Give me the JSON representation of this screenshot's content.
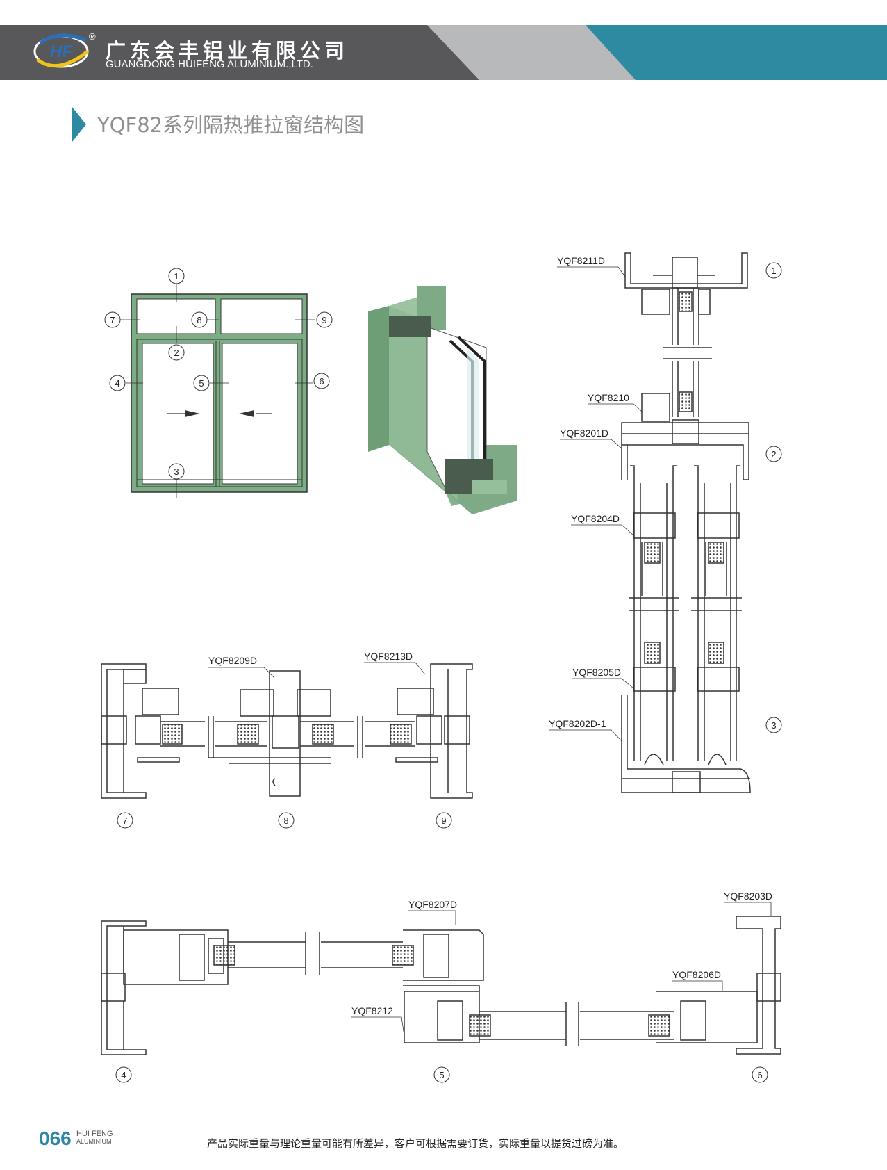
{
  "header": {
    "company_cn": "广东会丰铝业有限公司",
    "company_en": "GUANGDONG HUIFENG ALUMINIUM.,LTD.",
    "logo_text": "HF",
    "registered_mark": "®",
    "colors": {
      "dark": "#58585a",
      "light": "#b8b9bb",
      "teal": "#2d8aa0"
    }
  },
  "page_title": "YQF82系列隔热推拉窗结构图",
  "elevation": {
    "callouts": [
      "1",
      "2",
      "3",
      "4",
      "5",
      "6",
      "7",
      "8",
      "9"
    ],
    "frame_color": "#7dad84"
  },
  "section_labels": {
    "right": [
      "YQF8211D",
      "YQF8210",
      "YQF8201D",
      "YQF8204D",
      "YQF8205D",
      "YQF8202D-1"
    ],
    "top_row": [
      "YQF8209D",
      "YQF8213D"
    ],
    "bottom_row": [
      "YQF8207D",
      "YQF8203D",
      "YQF8206D",
      "YQF8212"
    ]
  },
  "section_numbers": {
    "right": [
      "1",
      "2",
      "3"
    ],
    "top_row": [
      "7",
      "8",
      "9"
    ],
    "bottom_row": [
      "4",
      "5",
      "6"
    ]
  },
  "footer": {
    "page_number": "066",
    "brand_line1": "HUI FENG",
    "brand_line2": "ALUMINIUM",
    "note": "产品实际重量与理论重量可能有所差异，客户可根据需要订货，实际重量以提货过磅为准。"
  }
}
